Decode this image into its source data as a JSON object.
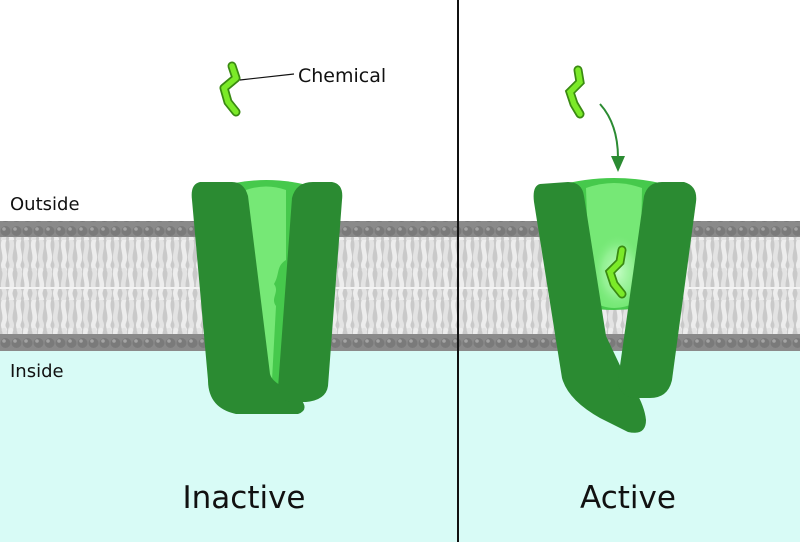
{
  "labels": {
    "chemical": "Chemical",
    "outside": "Outside",
    "inside": "Inside",
    "inactive": "Inactive",
    "active": "Active"
  },
  "colors": {
    "outside_background": "#ffffff",
    "inside_cytoplasm": "#d8fbf6",
    "membrane_head_dark": "#7d7d7d",
    "membrane_head_light": "#a9a9a9",
    "membrane_tail": "#d9d9d9",
    "channel_dark_green": "#2b8b32",
    "channel_mid_green": "#46c94c",
    "channel_light_green": "#76e876",
    "chemical_fill": "#7bea28",
    "chemical_outline": "#3a8a12",
    "divider": "#111111"
  }
}
